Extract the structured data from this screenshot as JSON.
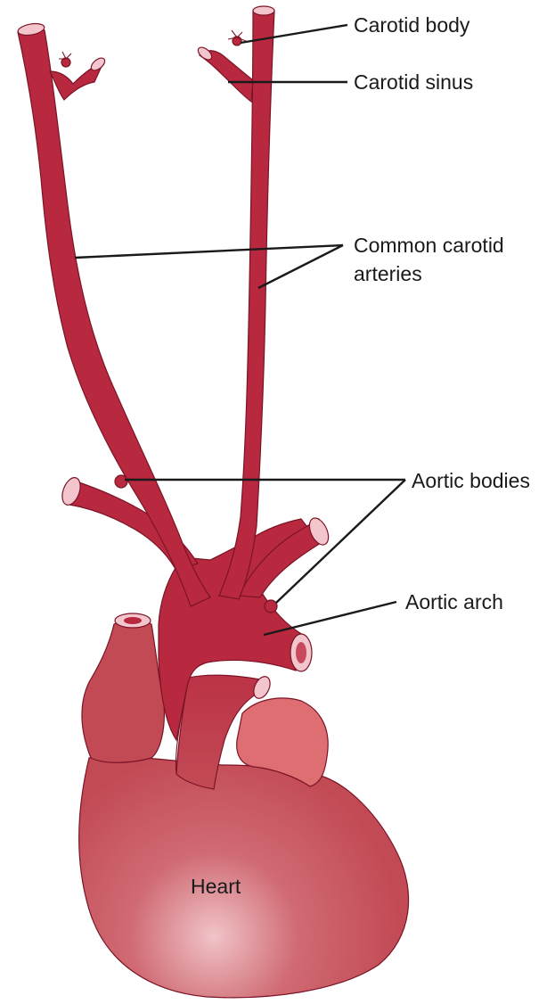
{
  "labels": {
    "carotid_body": "Carotid body",
    "carotid_sinus": "Carotid sinus",
    "common_carotid_line1": "Common carotid",
    "common_carotid_line2": "arteries",
    "aortic_bodies": "Aortic bodies",
    "aortic_arch": "Aortic arch",
    "heart": "Heart"
  },
  "colors": {
    "vessel": "#b8283f",
    "vessel_outline": "#7a1426",
    "heart": "#c24a55",
    "heart_highlight": "#f0c4c8",
    "atrium": "#de6e72",
    "lumen": "#f3c6cd"
  }
}
